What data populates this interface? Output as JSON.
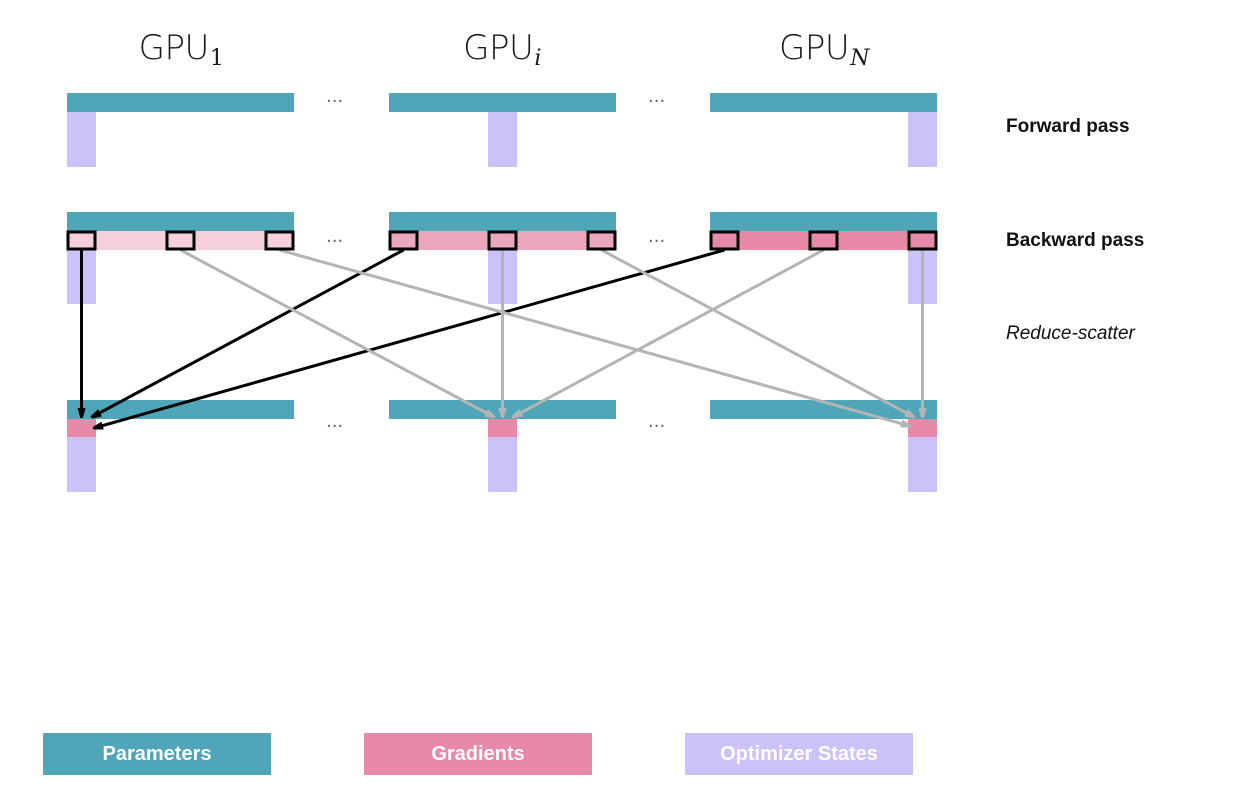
{
  "gpus": [
    {
      "label": "GPU",
      "subscript": "1",
      "italic_sub": false
    },
    {
      "label": "GPU",
      "subscript": "i",
      "italic_sub": true
    },
    {
      "label": "GPU",
      "subscript": "N",
      "italic_sub": true
    }
  ],
  "ellipsis": "···",
  "rows": {
    "forward": "Forward pass",
    "backward": "Backward pass",
    "reduce": "Reduce-scatter"
  },
  "legend": {
    "parameters": "Parameters",
    "gradients": "Gradients",
    "optimizer": "Optimizer States"
  },
  "colors": {
    "parameters": "#4ea6b8",
    "optimizer": "#cdc1fa",
    "grad_gpu1": "#f6cfdc",
    "grad_gpui": "#eda6bf",
    "grad_gpuN": "#e889a8",
    "grad_shard": "#e889a8",
    "arrow_active": "#000000",
    "arrow_other": "#b4b4b4"
  },
  "shards_per_gpu": 3,
  "reduce_scatter": [
    {
      "from_gpu": 0,
      "from_shard": 0,
      "to_gpu": 0,
      "active": true
    },
    {
      "from_gpu": 1,
      "from_shard": 0,
      "to_gpu": 0,
      "active": true
    },
    {
      "from_gpu": 2,
      "from_shard": 0,
      "to_gpu": 0,
      "active": true
    },
    {
      "from_gpu": 0,
      "from_shard": 1,
      "to_gpu": 1,
      "active": false
    },
    {
      "from_gpu": 1,
      "from_shard": 1,
      "to_gpu": 1,
      "active": false
    },
    {
      "from_gpu": 2,
      "from_shard": 1,
      "to_gpu": 1,
      "active": false
    },
    {
      "from_gpu": 0,
      "from_shard": 2,
      "to_gpu": 2,
      "active": false
    },
    {
      "from_gpu": 1,
      "from_shard": 2,
      "to_gpu": 2,
      "active": false
    },
    {
      "from_gpu": 2,
      "from_shard": 2,
      "to_gpu": 2,
      "active": false
    }
  ]
}
